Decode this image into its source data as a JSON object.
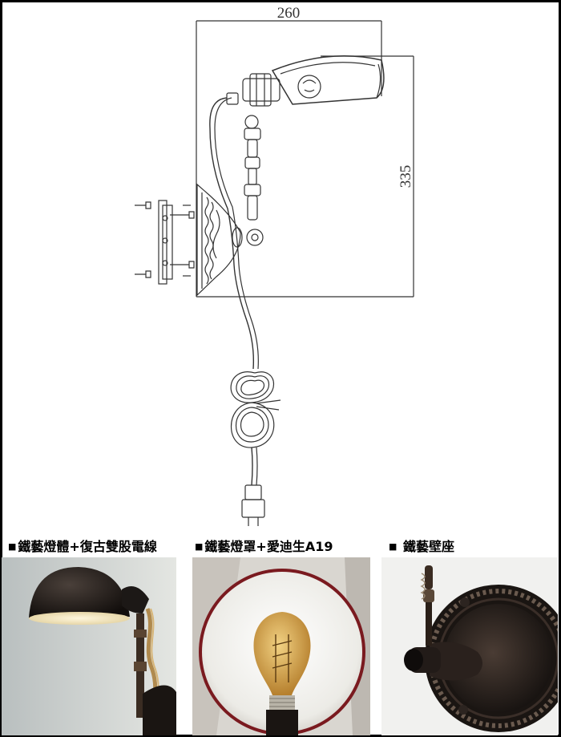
{
  "dimensions": {
    "width": "260",
    "height": "335"
  },
  "captions": [
    {
      "marker": "■",
      "text": "鐵藝燈體+復古雙股電線"
    },
    {
      "marker": "■",
      "text": "鐵藝燈罩+愛迪生A19"
    },
    {
      "marker": "■",
      "text": " 鐵藝壁座"
    }
  ],
  "colors": {
    "line": "#333333",
    "background": "#ffffff",
    "shade_interior": "#f4f3ef",
    "metal_dark": "#1c1816",
    "bulb_amber": "#c98a2e"
  }
}
